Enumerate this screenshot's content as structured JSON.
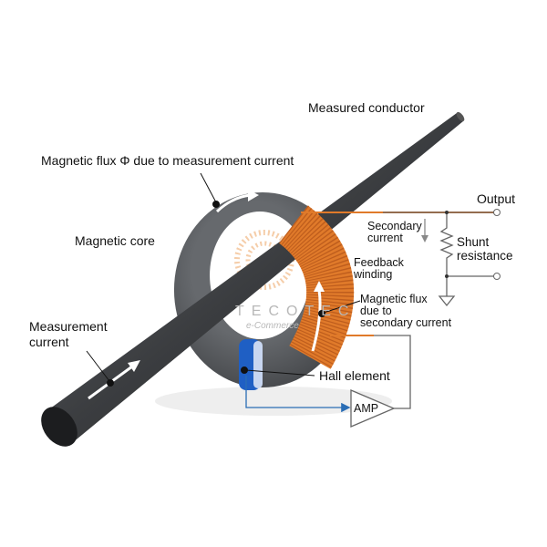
{
  "labels": {
    "measured_conductor": "Measured conductor",
    "flux_measurement": "Magnetic flux Φ due to measurement current",
    "magnetic_core": "Magnetic core",
    "measurement_current": [
      "Measurement",
      "current"
    ],
    "output": "Output",
    "secondary_current": [
      "Secondary",
      "current"
    ],
    "shunt_resistance": [
      "Shunt",
      "resistance"
    ],
    "feedback_winding": [
      "Feedback",
      "winding"
    ],
    "flux_secondary": [
      "Magnetic flux",
      "due to",
      "secondary current"
    ],
    "hall_element": "Hall element",
    "amp": "AMP"
  },
  "watermark": {
    "brand": "TECOTEC",
    "sub": "e-Commerce"
  },
  "colors": {
    "conductor": "#3d3f42",
    "core": "#55585c",
    "coil": "#e07a2a",
    "hall": "#1f5fc4",
    "wire": "#666666",
    "signal": "#2a6db5"
  }
}
